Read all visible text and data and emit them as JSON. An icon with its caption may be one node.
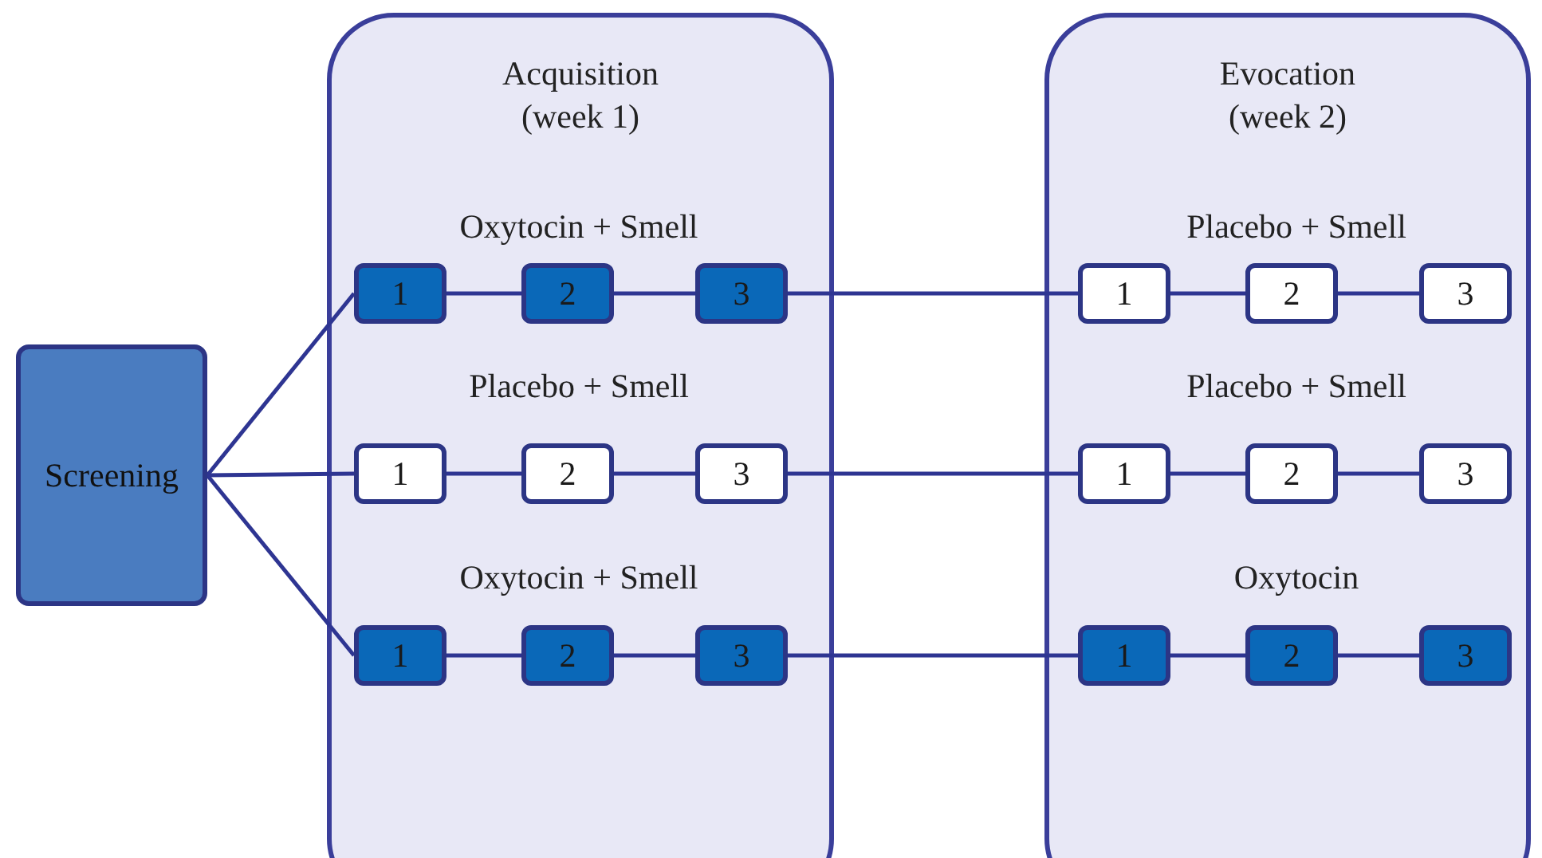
{
  "diagram": {
    "nodes": [
      {
        "text": [
          "Screening"
        ]
      },
      {
        "text": [
          "Acquisition (week 1)"
        ]
      },
      {
        "text": [
          "1"
        ],
        "in": 1
      },
      {
        "text": [
          "2"
        ],
        "in": 1
      },
      {
        "text": [
          "3"
        ],
        "in": 1
      },
      {
        "text": [
          "1"
        ],
        "in": 1
      },
      {
        "text": [
          "2"
        ],
        "in": 1
      },
      {
        "text": [
          "3"
        ],
        "in": 1
      },
      {
        "text": [
          "1"
        ],
        "in": 1
      },
      {
        "text": [
          "2"
        ],
        "in": 1
      },
      {
        "text": [
          "3"
        ],
        "in": 1
      },
      {
        "text": [
          "Evocation (week 2)"
        ]
      },
      {
        "text": [
          "1"
        ],
        "in": 11
      },
      {
        "text": [
          "2"
        ],
        "in": 11
      },
      {
        "text": [
          "3"
        ],
        "in": 11
      },
      {
        "text": [
          "1"
        ],
        "in": 11
      },
      {
        "text": [
          "2"
        ],
        "in": 11
      },
      {
        "text": [
          "3"
        ],
        "in": 11
      },
      {
        "text": [
          "1"
        ],
        "in": 11
      },
      {
        "text": [
          "2"
        ],
        "in": 11
      },
      {
        "text": [
          "3"
        ],
        "in": 11
      }
    ],
    "edges": [
      {
        "from": 0,
        "to": 2,
        "arrow": "none"
      },
      {
        "from": 0,
        "to": 5,
        "arrow": "none"
      },
      {
        "from": 0,
        "to": 8,
        "arrow": "none"
      },
      {
        "from": 2,
        "to": 3,
        "arrow": "none"
      },
      {
        "from": 3,
        "to": 4,
        "arrow": "none"
      },
      {
        "from": 5,
        "to": 6,
        "arrow": "none"
      },
      {
        "from": 6,
        "to": 7,
        "arrow": "none"
      },
      {
        "from": 8,
        "to": 9,
        "arrow": "none"
      },
      {
        "from": 9,
        "to": 10,
        "arrow": "none"
      },
      {
        "from": 4,
        "to": 12,
        "arrow": "none"
      },
      {
        "from": 7,
        "to": 15,
        "arrow": "none"
      },
      {
        "from": 10,
        "to": 18,
        "arrow": "none"
      },
      {
        "from": 12,
        "to": 13,
        "arrow": "none"
      },
      {
        "from": 13,
        "to": 14,
        "arrow": "none"
      },
      {
        "from": 15,
        "to": 16,
        "arrow": "none"
      },
      {
        "from": 16,
        "to": 17,
        "arrow": "none"
      },
      {
        "from": 18,
        "to": 19,
        "arrow": "none"
      },
      {
        "from": 19,
        "to": 20,
        "arrow": "none"
      }
    ],
    "labels": [
      "Oxytocin + Smell",
      "Placebo + Smell",
      "Placebo + Smell",
      "Placebo + Smell",
      "Oxytocin + Smell",
      "Oxytocin"
    ]
  }
}
